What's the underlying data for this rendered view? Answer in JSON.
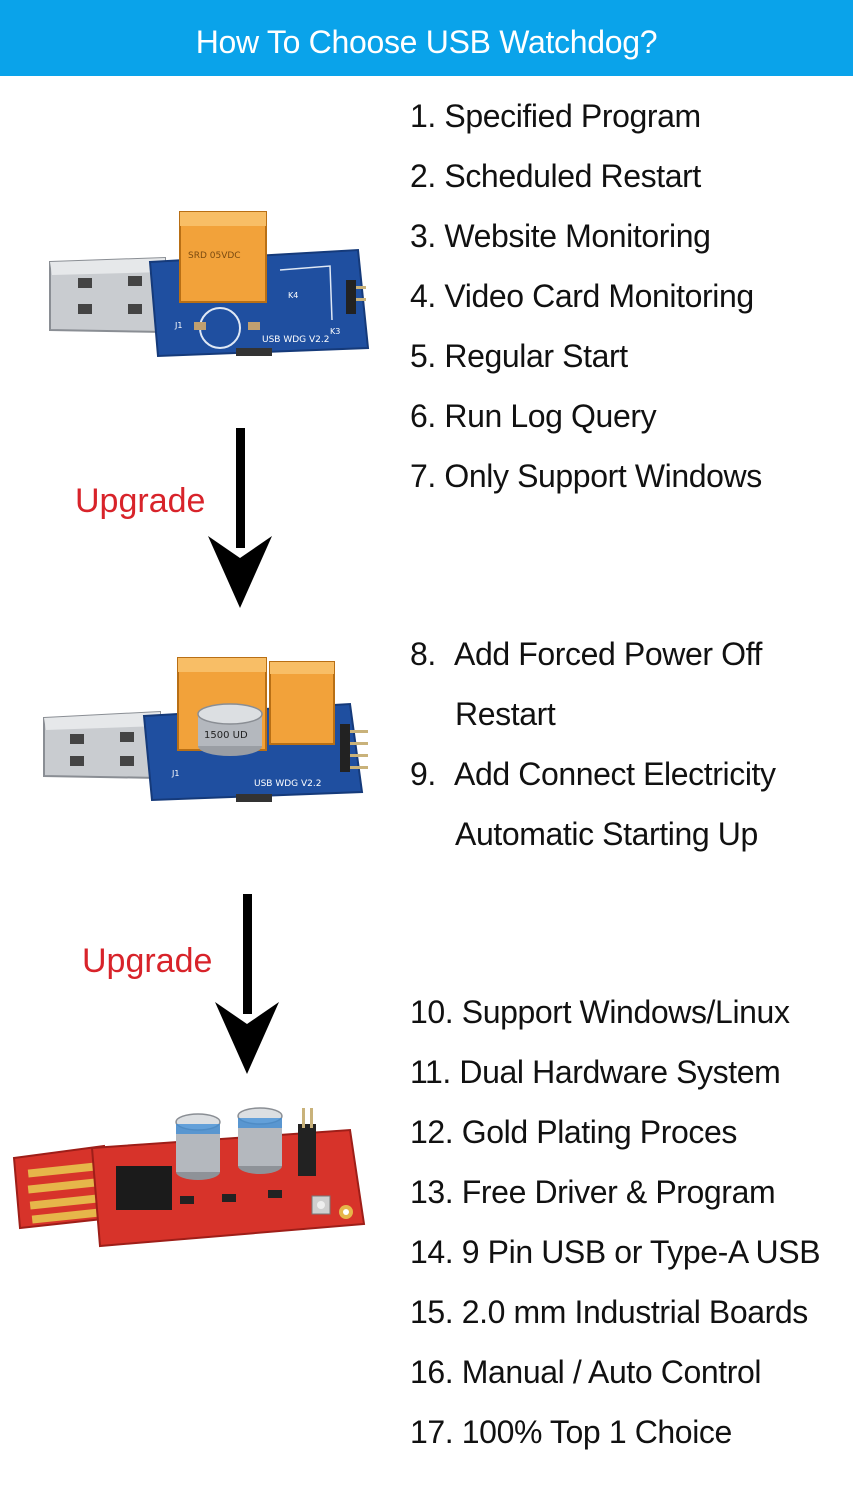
{
  "header": {
    "title": "How To Choose USB Watchdog?"
  },
  "colors": {
    "header_bg": "#0aa3ea",
    "upgrade_text": "#d8232a",
    "pcb_blue": "#1f4fa0",
    "pcb_red": "#d7332a",
    "relay": "#f2a23a"
  },
  "features_group1": [
    "1. Specified Program",
    "2. Scheduled Restart",
    "3. Website Monitoring",
    "4. Video Card Monitoring",
    "5. Regular Start",
    "6. Run Log Query",
    "7. Only Support  Windows"
  ],
  "features_group2": [
    {
      "num": "8.",
      "line1": "Add Forced Power Off",
      "line2": "Restart"
    },
    {
      "num": "9.",
      "line1": "Add Connect Electricity",
      "line2": "Automatic Starting Up"
    }
  ],
  "features_group3": [
    "10. Support Windows/Linux",
    "11. Dual Hardware System",
    "12. Gold Plating Proces",
    "13. Free Driver & Program",
    "14. 9 Pin USB  or Type-A USB",
    "15. 2.0 mm Industrial Boards",
    "16. Manual / Auto Control",
    "17. 100% Top 1 Choice"
  ],
  "upgrade_labels": [
    "Upgrade",
    "Upgrade"
  ],
  "board_labels": {
    "board1": "USB WDG V2.2",
    "board2": "USB WDG V2.2",
    "cap": "1500 UD"
  }
}
